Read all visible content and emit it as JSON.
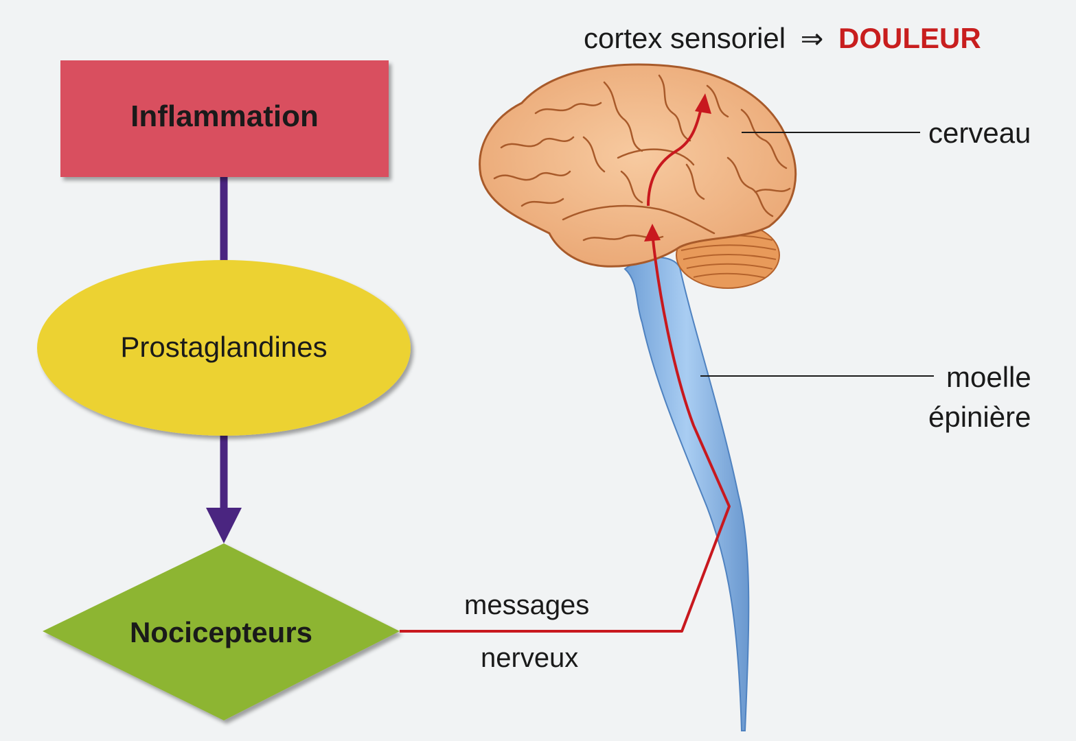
{
  "flow": {
    "inflammation": "Inflammation",
    "prostaglandines": "Prostaglandines",
    "nocicepteurs": "Nocicepteurs"
  },
  "messages": {
    "line1": "messages",
    "line2": "nerveux"
  },
  "top": {
    "cortex": "cortex sensoriel",
    "arrow": "⇒",
    "douleur": "DOULEUR"
  },
  "labels": {
    "cerveau": "cerveau",
    "moelle_line1": "moelle",
    "moelle_line2": "épinière"
  },
  "colors": {
    "inflammation": "#d9505e",
    "prostaglandines": "#ecd233",
    "nocicepteurs": "#8db531",
    "flow_arrow": "#4a2580",
    "nerve_path": "#c8181e",
    "douleur": "#c81e1e",
    "brain": "#f2b98a",
    "spinal_cord": "#8fb8e6"
  }
}
